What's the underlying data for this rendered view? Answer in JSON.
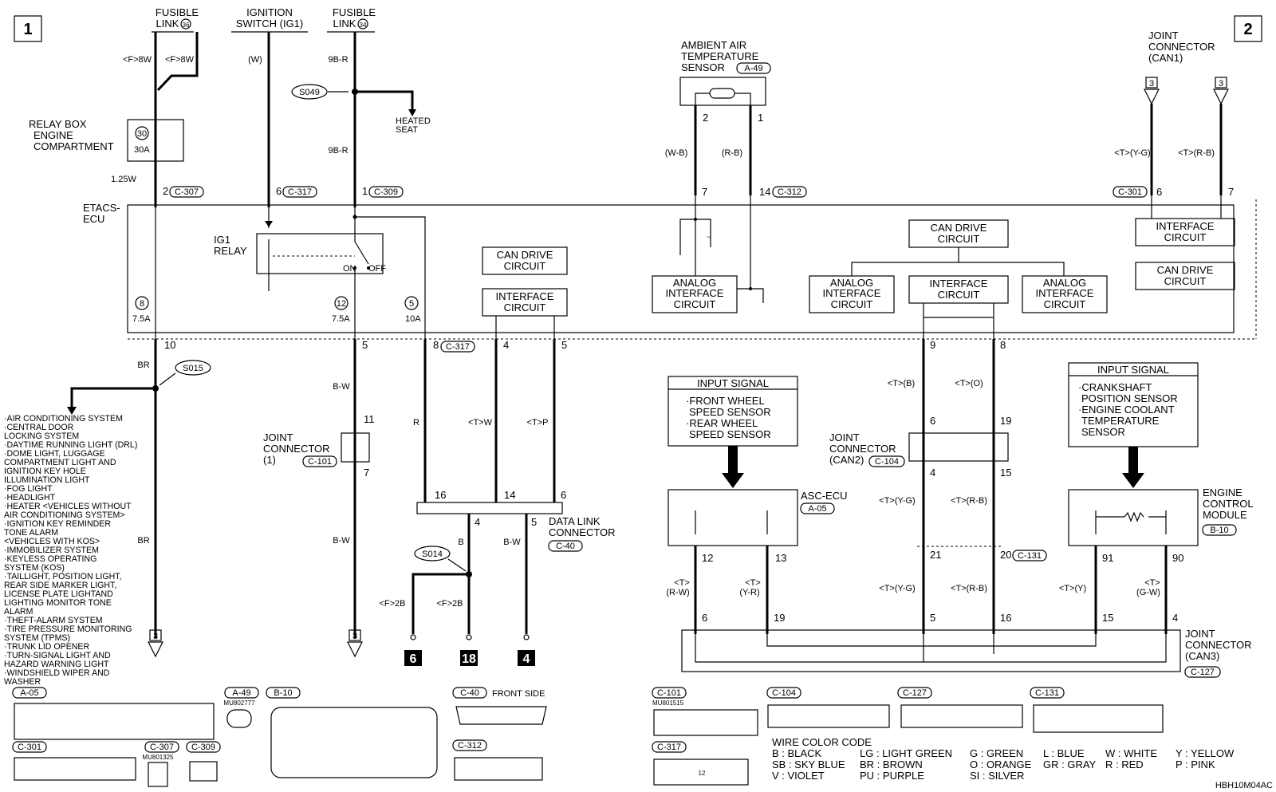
{
  "page": {
    "num1": "1",
    "num2": "2",
    "code": "HBH10M04AC"
  },
  "sources": {
    "fusible36_a": "FUSIBLE",
    "fusible36_b": "LINK",
    "fusible36_num": "36",
    "ignition_a": "IGNITION",
    "ignition_b": "SWITCH (IG1)",
    "fusible34_a": "FUSIBLE",
    "fusible34_b": "LINK",
    "fusible34_num": "34"
  },
  "wires": {
    "f8w_a": "<F>8W",
    "f8w_b": "<F>8W",
    "w_ign": "(W)",
    "r9b_a": "9B-R",
    "r9b_b": "9B-R",
    "w125": "1.25W",
    "br_a": "BR",
    "br_b": "BR",
    "bw_a": "B-W",
    "bw_b": "B-W",
    "r": "R",
    "tw": "<T>W",
    "tp": "<T>P",
    "b": "B",
    "bw_c": "B-W",
    "f2b_a": "<F>2B",
    "f2b_b": "<F>2B",
    "wb": "(W-B)",
    "rb": "(R-B)",
    "tb": "<T>(B)",
    "to": "<T>(O)",
    "tyg_a": "<T>(Y-G)",
    "trb_a": "<T>(R-B)",
    "tyg_b": "<T>(Y-G)",
    "trb_b": "<T>(R-B)",
    "tyg_c": "<T>(Y-G)",
    "trb_c": "<T>(R-B)",
    "trw_a": "<T>",
    "trw_b": "(R-W)",
    "tyr_a": "<T>",
    "tyr_b": "(Y-R)",
    "ty": "<T>(Y)",
    "tgw_a": "<T>",
    "tgw_b": "(G-W)"
  },
  "components": {
    "relay_box": [
      "RELAY BOX",
      "ENGINE",
      "COMPARTMENT"
    ],
    "fuse30_num": "30",
    "fuse30_amp": "30A",
    "etacs": [
      "ETACS-",
      "ECU"
    ],
    "ig1_relay": [
      "IG1",
      "RELAY"
    ],
    "on": "ON",
    "off": "OFF",
    "fuse8_num": "8",
    "fuse8_amp": "7.5A",
    "fuse12_num": "12",
    "fuse12_amp": "7.5A",
    "fuse5_num": "5",
    "fuse5_amp": "10A",
    "heated_seat": [
      "HEATED",
      "SEAT"
    ],
    "s049": "S049",
    "s015": "S015",
    "s014": "S014",
    "can_drive_1": [
      "CAN DRIVE",
      "CIRCUIT"
    ],
    "interface_1": [
      "INTERFACE",
      "CIRCUIT"
    ],
    "analog_1": [
      "ANALOG",
      "INTERFACE",
      "CIRCUIT"
    ],
    "can_drive_2": [
      "CAN DRIVE",
      "CIRCUIT"
    ],
    "analog_2": [
      "ANALOG",
      "INTERFACE",
      "CIRCUIT"
    ],
    "interface_2": [
      "INTERFACE",
      "CIRCUIT"
    ],
    "analog_3": [
      "ANALOG",
      "INTERFACE",
      "CIRCUIT"
    ],
    "interface_3": [
      "INTERFACE",
      "CIRCUIT"
    ],
    "can_drive_3": [
      "CAN DRIVE",
      "CIRCUIT"
    ],
    "ambient": [
      "AMBIENT AIR",
      "TEMPERATURE",
      "SENSOR"
    ],
    "ambient_conn": "A-49",
    "jc_can1": [
      "JOINT",
      "CONNECTOR",
      "(CAN1)"
    ],
    "jc1": [
      "JOINT",
      "CONNECTOR",
      "(1)"
    ],
    "jc1_conn": "C-101",
    "dlc": [
      "DATA LINK",
      "CONNECTOR"
    ],
    "dlc_conn": "C-40",
    "jc_can2": [
      "JOINT",
      "CONNECTOR",
      "(CAN2)"
    ],
    "jc_can2_conn": "C-104",
    "input1_title": "INPUT SIGNAL",
    "input1": [
      "·FRONT WHEEL",
      "SPEED SENSOR",
      "·REAR WHEEL",
      "SPEED SENSOR"
    ],
    "input2_title": "INPUT SIGNAL",
    "input2": [
      "·CRANKSHAFT",
      "POSITION SENSOR",
      "·ENGINE COOLANT",
      "TEMPERATURE",
      "SENSOR"
    ],
    "asc": "ASC-ECU",
    "asc_conn": "A-05",
    "ecm": [
      "ENGINE",
      "CONTROL",
      "MODULE"
    ],
    "ecm_conn": "B-10",
    "jc_can3": [
      "JOINT",
      "CONNECTOR",
      "(CAN3)"
    ],
    "jc_can3_conn": "C-127"
  },
  "pins": {
    "p2": "2",
    "c307": "C-307",
    "p6": "6",
    "c317": "C-317",
    "p1": "1",
    "c309": "C-309",
    "p7a": "7",
    "p14a": "14",
    "c312": "C-312",
    "c301": "C-301",
    "p6b": "6",
    "p7b": "7",
    "p2s": "2",
    "p1s": "1",
    "p10": "10",
    "p5a": "5",
    "p8": "8",
    "c317b": "C-317",
    "p4a": "4",
    "p5b": "5",
    "p9": "9",
    "p8b": "8",
    "p11": "11",
    "p7c": "7",
    "p16": "16",
    "p14b": "14",
    "p6c": "6",
    "p4b": "4",
    "p5c": "5",
    "p6d": "6",
    "p19a": "19",
    "p4c": "4",
    "p15a": "15",
    "p21": "21",
    "p20": "20",
    "c131": "C-131",
    "p12": "12",
    "p13": "13",
    "p91": "91",
    "p90": "90",
    "p6e": "6",
    "p19b": "19",
    "p5d": "5",
    "p16b": "16",
    "p15b": "15",
    "p4d": "4",
    "can1_c": "3",
    "can1_d": "3",
    "arrow_a": "3",
    "arrow_b": "3",
    "g6": "6",
    "g18": "18",
    "g4": "4"
  },
  "wiring_list": [
    "·AIR CONDITIONING SYSTEM",
    "·CENTRAL DOOR",
    " LOCKING SYSTEM",
    "·DAYTIME RUNNING LIGHT (DRL)",
    "·DOME LIGHT, LUGGAGE",
    " COMPARTMENT LIGHT AND",
    " IGNITION KEY HOLE",
    " ILLUMINATION LIGHT",
    "·FOG LIGHT",
    "·HEADLIGHT",
    "·HEATER <VEHICLES WITHOUT",
    " AIR CONDITIONING SYSTEM>",
    "·IGNITION KEY REMINDER",
    " TONE ALARM",
    " <VEHICLES WITH KOS>",
    "·IMMOBILIZER SYSTEM",
    "·KEYLESS OPERATING",
    " SYSTEM (KOS)",
    "·TAILLIGHT, POSITION LIGHT,",
    " REAR SIDE MARKER LIGHT,",
    " LICENSE PLATE LIGHTAND",
    " LIGHTING MONITOR TONE",
    " ALARM",
    "·THEFT-ALARM SYSTEM",
    "·TIRE PRESSURE MONITORING",
    " SYSTEM (TPMS)",
    "·TRUNK LID OPENER",
    "·TURN-SIGNAL LIGHT AND",
    " HAZARD WARNING LIGHT",
    "·WINDSHIELD WIPER AND",
    " WASHER"
  ],
  "connectors": {
    "a05": "A-05",
    "a49": "A-49",
    "a49_part": "MU802777",
    "b10": "B-10",
    "c40": "C-40",
    "c40_side": "FRONT SIDE",
    "c301": "C-301",
    "c307": "C-307",
    "c307_part": "MU801325",
    "c309": "C-309",
    "c312": "C-312",
    "c101": "C-101",
    "c101_part": "MU801515",
    "c104": "C-104",
    "c127": "C-127",
    "c131": "C-131",
    "c317": "C-317",
    "c317_pin": "12"
  },
  "legend": {
    "title": "WIRE COLOR CODE",
    "rows": [
      [
        "B : BLACK",
        "LG : LIGHT GREEN",
        "G : GREEN",
        "L : BLUE",
        "W : WHITE",
        "Y : YELLOW"
      ],
      [
        "SB : SKY BLUE",
        "BR : BROWN",
        "O : ORANGE",
        "GR : GRAY",
        "R : RED",
        "P : PINK"
      ],
      [
        "V : VIOLET",
        "PU : PURPLE",
        "SI : SILVER"
      ]
    ]
  }
}
